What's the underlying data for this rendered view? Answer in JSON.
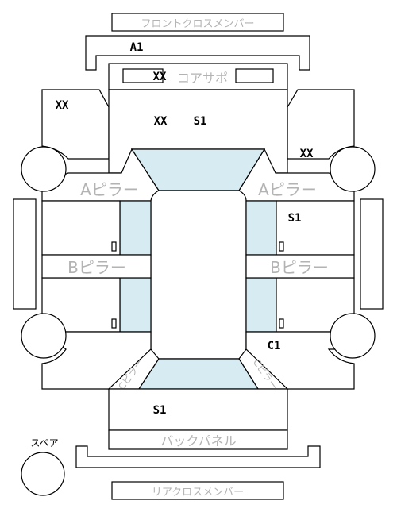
{
  "labels": {
    "front_cross_member": "フロントクロスメンバー",
    "rear_cross_member": "リアクロスメンバー",
    "radiator_core_support": "コアサポ",
    "a_pillar_left": "Aピラー",
    "a_pillar_right": "Aピラー",
    "b_pillar_left": "Bピラー",
    "b_pillar_right": "Bピラー",
    "c_pillar_left": "Cピラー",
    "c_pillar_right": "Cピラー",
    "back_panel": "バックパネル",
    "spare": "スペア"
  },
  "codes": {
    "front_member": "A1",
    "core_support": "XX",
    "front_left_fender": "XX",
    "hood_left": "XX",
    "hood_right": "S1",
    "front_right_fender": "XX",
    "right_front_door": "S1",
    "right_rear_quarter": "C1",
    "trunk": "S1"
  },
  "colors": {
    "glass": "#d6ebf2",
    "pillar_text": "#b3b3b3",
    "line": "#000000"
  }
}
